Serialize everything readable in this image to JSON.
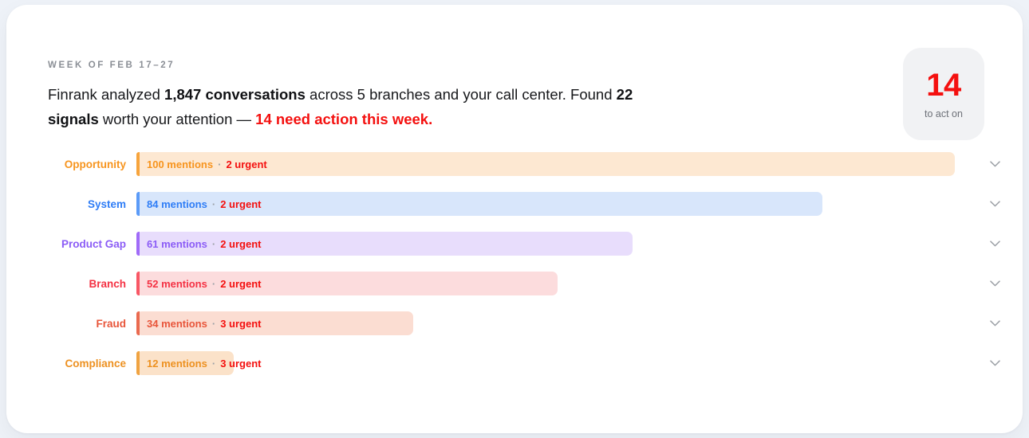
{
  "header": {
    "eyebrow": "WEEK OF FEB 17–27",
    "headline": {
      "part1": "Finrank analyzed ",
      "bold1": "1,847 conversations",
      "part2": " across 5 branches and your call center. Found ",
      "bold2": "22 signals",
      "part3": " worth your attention — ",
      "accent": "14 need action this week."
    }
  },
  "badge": {
    "number": "14",
    "caption": "to act on"
  },
  "chart_data": {
    "type": "bar",
    "title": "Signal categories by mentions",
    "xlabel": "",
    "ylabel": "",
    "categories": [
      "Opportunity",
      "System",
      "Product Gap",
      "Branch",
      "Fraud",
      "Compliance"
    ],
    "values": [
      100,
      84,
      61,
      52,
      34,
      12
    ],
    "urgent": [
      2,
      2,
      2,
      2,
      3,
      3
    ],
    "xlim": [
      0,
      100
    ],
    "grid": false,
    "legend": false,
    "orientation": "horizontal",
    "rows": [
      {
        "label": "Opportunity",
        "mentions": "100 mentions",
        "separator": "·",
        "urgent": "2 urgent",
        "value": 100,
        "bar_pct": 99,
        "label_color": "#f7941d",
        "accent_color": "#f7a43c",
        "fill_color": "#fde8d2",
        "text_color": "#f7941d",
        "chevron": "chevron-down-icon"
      },
      {
        "label": "System",
        "mentions": "84 mentions",
        "separator": "·",
        "urgent": "2 urgent",
        "value": 84,
        "bar_pct": 83,
        "label_color": "#2f7df6",
        "accent_color": "#5b9bf8",
        "fill_color": "#d8e6fb",
        "text_color": "#2f7df6",
        "chevron": "chevron-down-icon"
      },
      {
        "label": "Product Gap",
        "mentions": "61 mentions",
        "separator": "·",
        "urgent": "2 urgent",
        "value": 61,
        "bar_pct": 60,
        "label_color": "#8b5cf6",
        "accent_color": "#a06bf8",
        "fill_color": "#e8ddfc",
        "text_color": "#8b5cf6",
        "chevron": "chevron-down-icon"
      },
      {
        "label": "Branch",
        "mentions": "52 mentions",
        "separator": "·",
        "urgent": "2 urgent",
        "value": 52,
        "bar_pct": 51,
        "label_color": "#f43244",
        "accent_color": "#f85765",
        "fill_color": "#fcdcdd",
        "text_color": "#f43244",
        "chevron": "chevron-down-icon"
      },
      {
        "label": "Fraud",
        "mentions": "34 mentions",
        "separator": "·",
        "urgent": "3 urgent",
        "value": 34,
        "bar_pct": 33.5,
        "label_color": "#e8553a",
        "accent_color": "#ea6a4f",
        "fill_color": "#fbddd2",
        "text_color": "#e8553a",
        "chevron": "chevron-down-icon"
      },
      {
        "label": "Compliance",
        "mentions": "12 mentions",
        "separator": "·",
        "urgent": "3 urgent",
        "value": 12,
        "bar_pct": 11.8,
        "label_color": "#ed9121",
        "accent_color": "#f0a341",
        "fill_color": "#fbe2c9",
        "text_color": "#ed9121",
        "chevron": "chevron-down-icon"
      }
    ]
  }
}
